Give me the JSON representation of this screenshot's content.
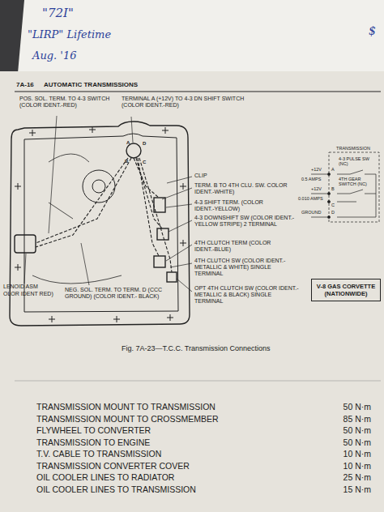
{
  "diagram": {
    "caption": "Fig. 7A-23—T.C.C. Transmission Connections",
    "nodes": [
      {
        "text": [
          "V-8 GAS CORVETTE (NATIONWIDE)"
        ]
      },
      {
        "text": [
          "TRANSMISSION"
        ]
      }
    ],
    "edges": [],
    "labels": [
      "\"72I\"",
      "\"LIRP\" Lifetime",
      "Aug. '16",
      "$",
      "7A-16",
      "AUTOMATIC TRANSMISSIONS",
      "POS. SOL. TERM. TO 4-3 SWITCH (COLOR IDENT.-RED)",
      "TERMINAL A (+12V) TO 4-3 DN SHIFT SWITCH (COLOR IDENT.-RED)",
      "CLIP",
      "TERM. B TO 4TH CLU. SW. COLOR IDENT.-WHITE)",
      "4-3 SHIFT TERM. (COLOR IDENT.-YELLOW)",
      "4-3 DOWNSHIFT SW (COLOR IDENT.-YELLOW STRIPE) 2 TERMINAL",
      "4TH CLUTCH TERM (COLOR IDENT.-BLUE)",
      "4TH CLUTCH SW (COLOR IDENT.-METALLIC & WHITE) SINGLE TERMINAL",
      "OPT 4TH CLUTCH SW (COLOR IDENT.-METALLIC & BLACK) SINGLE TERMINAL",
      "LENOID ASM",
      "OLOR IDENT RED)",
      "NEG. SOL. TERM. TO TERM. D (CCC GROUND) (COLOR IDENT.- BLACK)",
      "A",
      "D",
      "B",
      "C",
      "+12V",
      "0.5 AMPS",
      "+12V",
      "0.010 AMPS",
      "GROUND",
      "A",
      "B",
      "C",
      "D",
      "4-3 PULSE SW (NC)",
      "4TH GEAR SWITCH (NC)",
      "TRANSMISSION MOUNT TO TRANSMISSION",
      "50 N·m",
      "TRANSMISSION MOUNT TO CROSSMEMBER",
      "85 N·m",
      "FLYWHEEL TO CONVERTER",
      "50 N·m",
      "TRANSMISSION TO ENGINE",
      "50 N·m",
      "T.V. CABLE TO TRANSMISSION",
      "10 N·m",
      "TRANSMISSION CONVERTER COVER",
      "10 N·m",
      "OIL COOLER LINES TO RADIATOR",
      "25 N·m",
      "OIL COOLER LINES TO TRANSMISSION",
      "15 N·m"
    ]
  }
}
